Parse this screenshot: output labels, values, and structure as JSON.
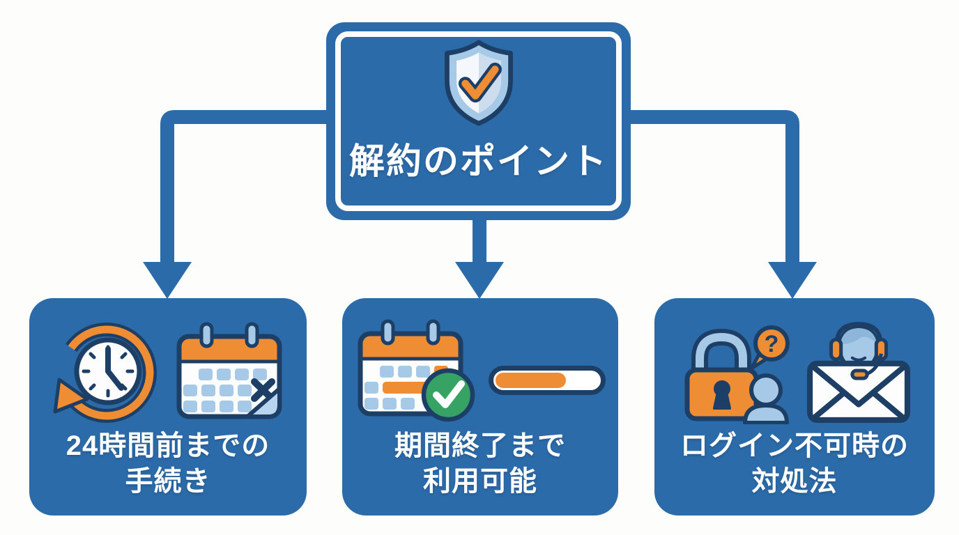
{
  "colors": {
    "box_blue": "#2c6ba9",
    "outline_navy": "#1d3f66",
    "orange": "#ef8d35",
    "light_blue": "#a6c9e8",
    "pale_blue": "#cdddee",
    "green": "#36a264",
    "text_white": "#ffffff",
    "background": "#fdfdfb"
  },
  "root": {
    "title": "解約のポイント",
    "icon": "shield-check-icon"
  },
  "branches": [
    {
      "id": "procedure",
      "label_line1": "24時間前までの",
      "label_line2": "手続き",
      "icons": [
        "clock-history-icon",
        "calendar-x-icon"
      ]
    },
    {
      "id": "usable",
      "label_line1": "期間終了まで",
      "label_line2": "利用可能",
      "icons": [
        "calendar-check-icon",
        "progress-bar"
      ],
      "progress_percent": 67
    },
    {
      "id": "login-trouble",
      "label_line1": "ログイン不可時の",
      "label_line2": "対処法",
      "icons": [
        "lock-question-user-icon",
        "mail-support-icon"
      ],
      "question_mark": "?"
    }
  ]
}
